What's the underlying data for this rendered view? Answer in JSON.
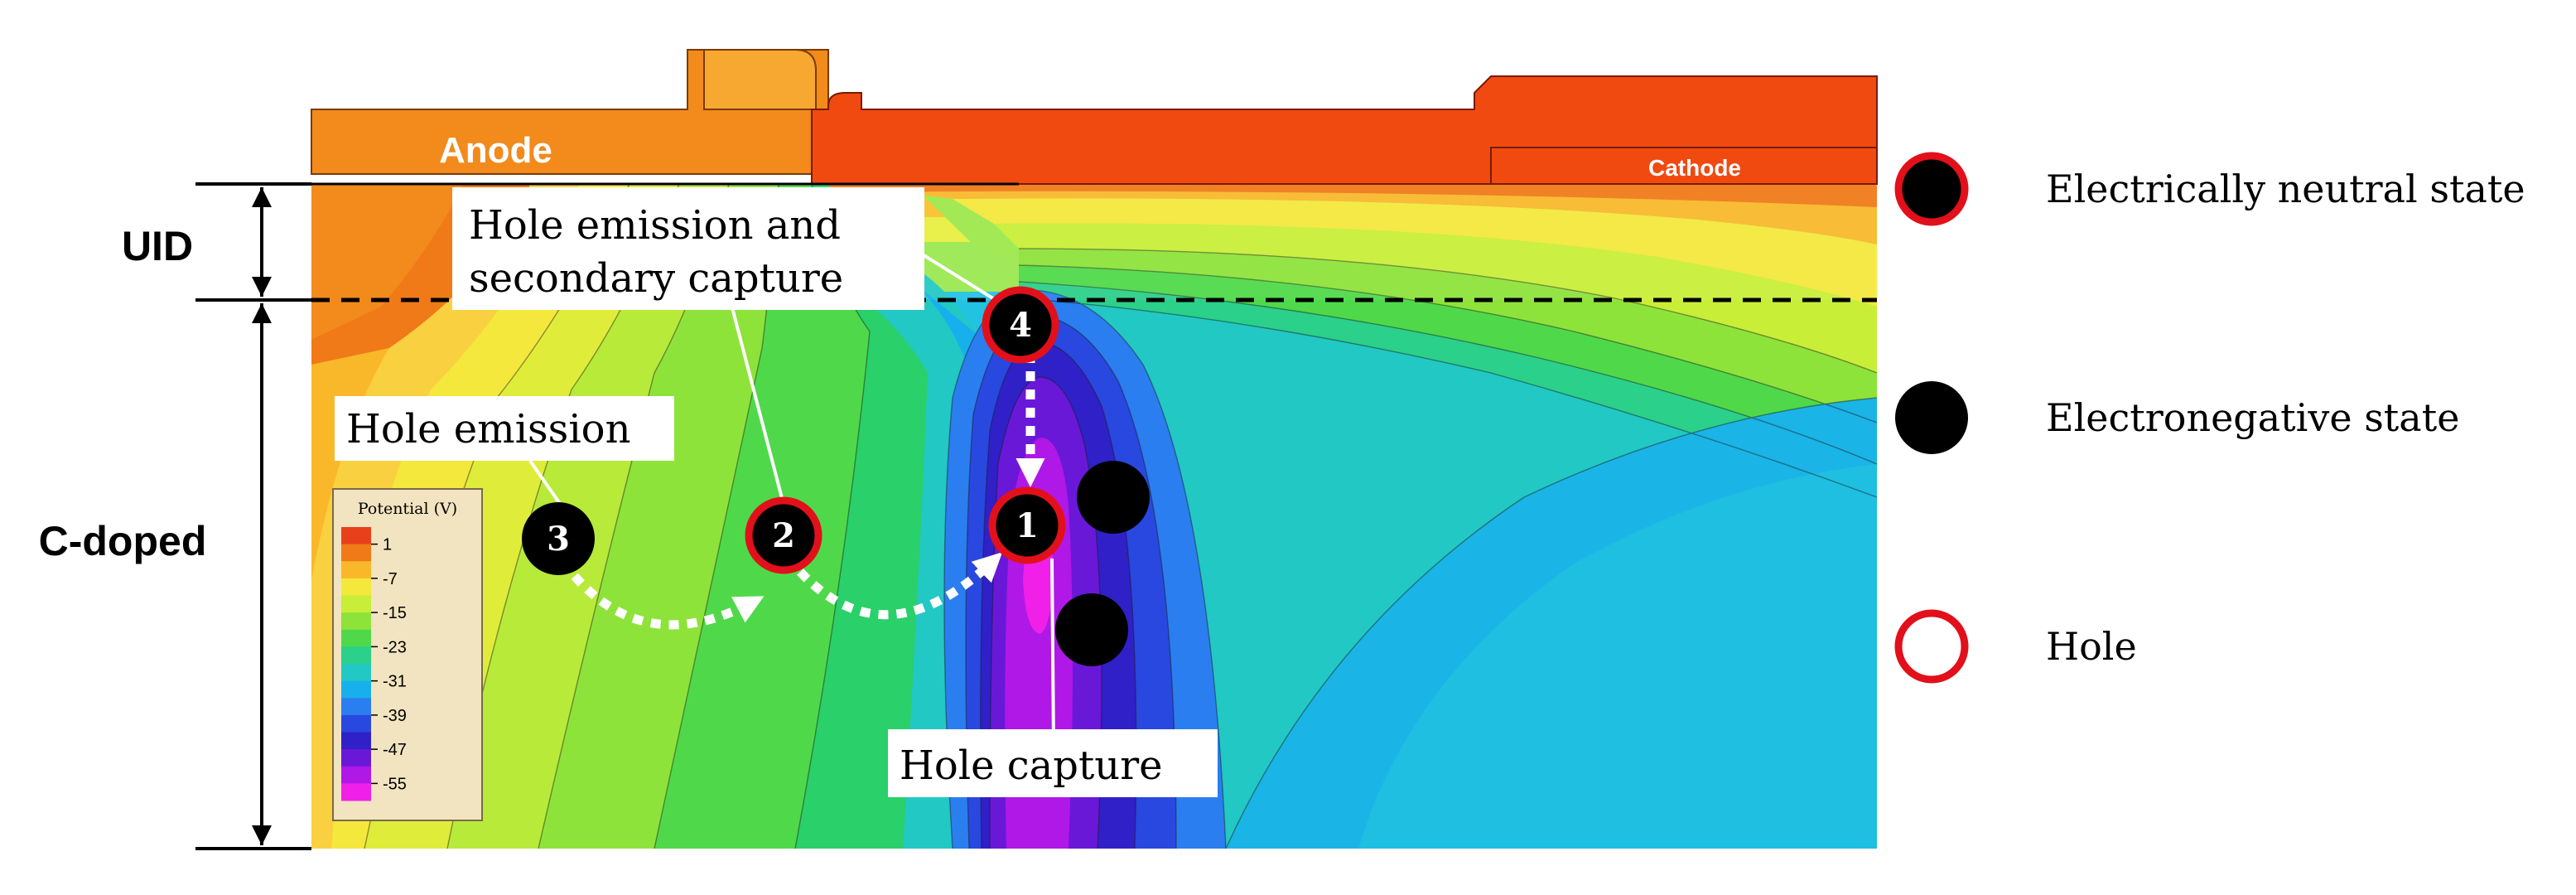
{
  "labels": {
    "uid": "UID",
    "c_doped": "C-doped",
    "anode": "Anode",
    "cathode": "Cathode"
  },
  "annotations": {
    "hole_emission_secondary_line1": "Hole emission and",
    "hole_emission_secondary_line2": "secondary capture",
    "hole_emission": "Hole emission",
    "hole_capture": "Hole capture"
  },
  "traps": [
    {
      "number": "1",
      "state": "electrically-neutral"
    },
    {
      "number": "2",
      "state": "electrically-neutral"
    },
    {
      "number": "3",
      "state": "electronegative"
    },
    {
      "number": "4",
      "state": "electrically-neutral"
    }
  ],
  "colorbar": {
    "title": "Potential (V)",
    "ticks": [
      "1",
      "-7",
      "-15",
      "-23",
      "-31",
      "-39",
      "-47",
      "-55"
    ],
    "colors": [
      "#e8401a",
      "#f07a18",
      "#f9b82a",
      "#f4e83c",
      "#c8ee38",
      "#8ee33a",
      "#4fd94a",
      "#2bd08a",
      "#22c8c4",
      "#18b0ec",
      "#2a7ef0",
      "#2848e0",
      "#3020c8",
      "#6a18d8",
      "#b018e8",
      "#f020e8"
    ]
  },
  "legend": {
    "neutral": "Electrically neutral state",
    "electronegative": "Electronegative state",
    "hole": "Hole"
  },
  "colors": {
    "hole_ring": "#e2101a",
    "trap_fill": "#000000",
    "anode_orange": "#f28a1c",
    "cathode_red": "#f04a10"
  }
}
